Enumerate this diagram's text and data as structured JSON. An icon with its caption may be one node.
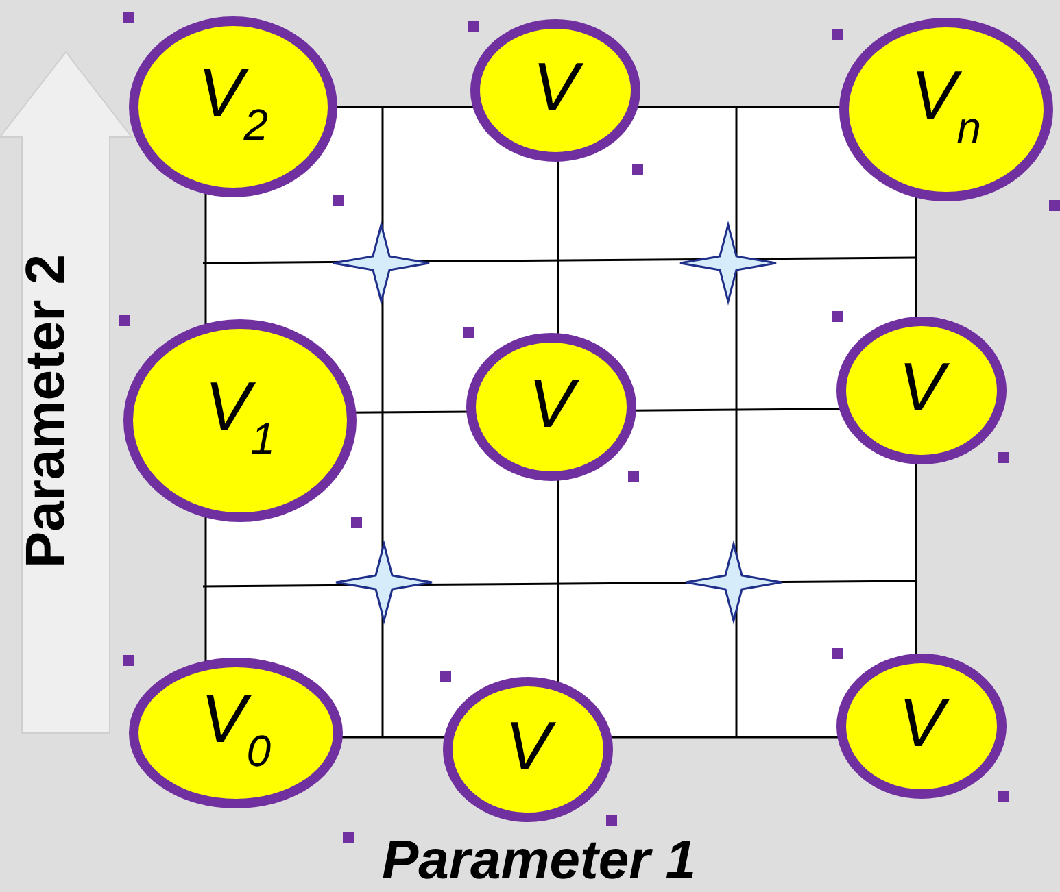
{
  "diagram": {
    "nodes": [
      {
        "text": [
          "V$_{2}$"
        ]
      },
      {
        "text": [
          "V"
        ]
      },
      {
        "text": [
          "V$_{n}$"
        ]
      },
      {
        "text": [
          "V$_{1}$"
        ]
      },
      {
        "text": [
          "V"
        ]
      },
      {
        "text": [
          "V"
        ]
      },
      {
        "text": [
          "V$_{0}$"
        ]
      },
      {
        "text": [
          "V"
        ]
      },
      {
        "text": [
          "V"
        ]
      }
    ],
    "edges": [],
    "labels": [
      "Parameter 2",
      "Parameter 1"
    ]
  }
}
